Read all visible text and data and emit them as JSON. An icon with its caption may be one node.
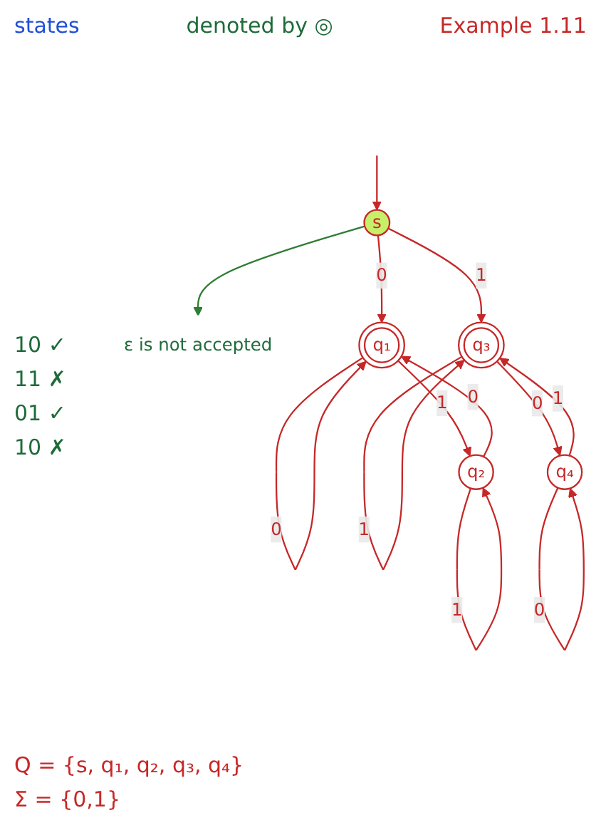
{
  "diagram": {
    "nodes": [
      {
        "text": [
          "s"
        ]
      },
      {
        "text": [
          "ε is not accepted"
        ]
      },
      {
        "text": [
          "q₁"
        ]
      },
      {
        "text": [
          "q₃"
        ]
      },
      {
        "text": [
          "q₂"
        ]
      },
      {
        "text": [
          "q₄"
        ]
      }
    ],
    "edges": [
      {
        "from": null,
        "to": 0,
        "arrow": "to"
      },
      {
        "from": 0,
        "to": 1,
        "arrow": "to",
        "color": "#2e7d32"
      },
      {
        "from": 0,
        "to": 2,
        "label": "0",
        "arrow": "to"
      },
      {
        "from": 0,
        "to": 3,
        "label": "1",
        "arrow": "to"
      },
      {
        "from": 2,
        "to": 2,
        "label": "0",
        "arrow": "to"
      },
      {
        "from": 3,
        "to": 3,
        "label": "1",
        "arrow": "to"
      },
      {
        "from": 2,
        "to": 4,
        "label": "1",
        "arrow": "to"
      },
      {
        "from": 4,
        "to": 2,
        "label": "0",
        "arrow": "to"
      },
      {
        "from": 3,
        "to": 5,
        "label": "0",
        "arrow": "to"
      },
      {
        "from": 5,
        "to": 3,
        "label": "1",
        "arrow": "to"
      },
      {
        "from": 4,
        "to": 4,
        "label": "1",
        "arrow": "to"
      },
      {
        "from": 5,
        "to": 5,
        "label": "0",
        "arrow": "to"
      }
    ],
    "labels": [
      "states",
      "denoted by ◎",
      "Example 1.11",
      "10 ✓",
      "11 ✗",
      "01 ✓",
      "10 ✗",
      "Q = {s, q₁, q₂, q₃, q₄}",
      "Σ = {0,1}"
    ]
  }
}
